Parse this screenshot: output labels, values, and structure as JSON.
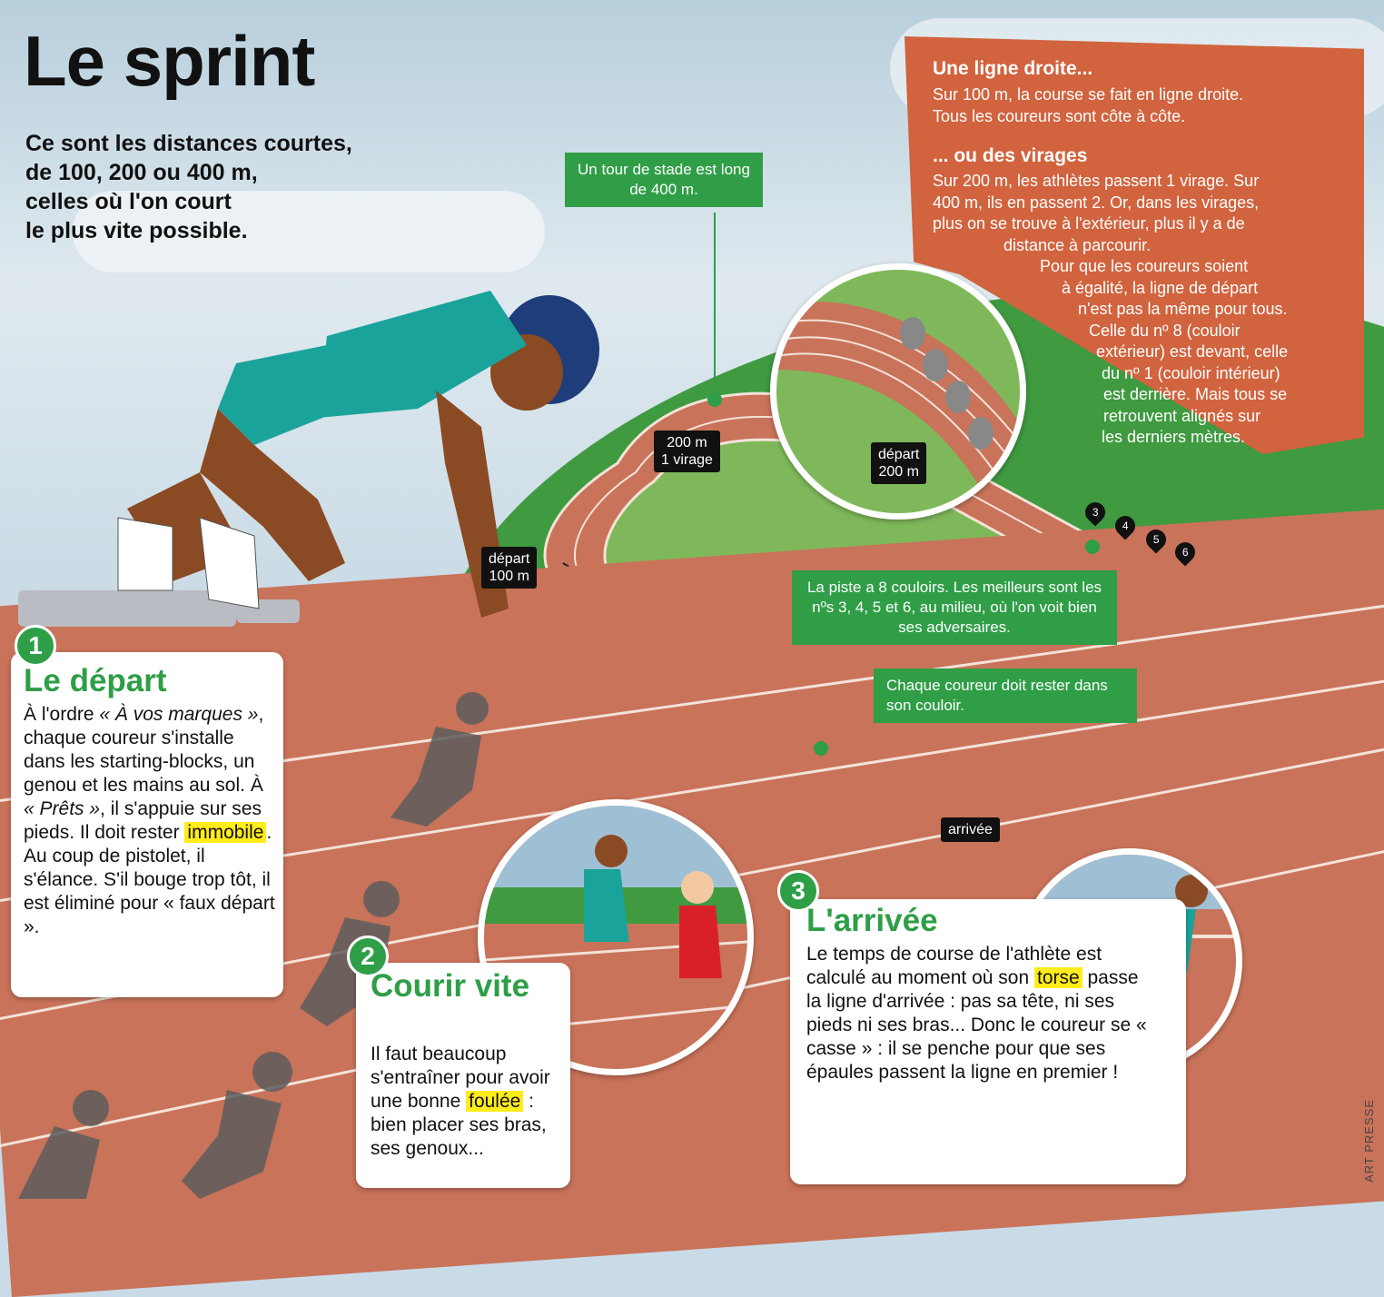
{
  "title": "Le sprint",
  "subtitle": "Ce sont les distances courtes,\nde 100, 200 ou 400 m,\ncelles où l'on court\nle plus vite possible.",
  "info_box": {
    "heading1": "Une ligne droite...",
    "text1_lines": [
      "Sur 100 m, la course se fait en ligne droite.",
      "Tous les coureurs sont côte à côte."
    ],
    "heading2": "... ou des virages",
    "text2_lines": [
      "Sur 200 m, les athlètes passent 1 virage. Sur",
      "400 m, ils en passent 2. Or, dans les virages,",
      "plus on se trouve à l'extérieur, plus il y a de",
      "distance à parcourir.",
      "Pour que les coureurs soient",
      "à égalité, la ligne de départ",
      "n'est pas la même pour tous.",
      "Celle du nº 8 (couloir",
      "extérieur) est devant, celle",
      "du nº 1 (couloir intérieur)",
      "est derrière. Mais tous se",
      "retrouvent alignés sur",
      "les derniers mètres."
    ]
  },
  "callouts": {
    "tour_stade": "Un tour de stade est long de 400 m.",
    "couloirs": "La piste a 8 couloirs. Les meilleurs sont les nºs 3, 4, 5 et 6, au milieu, où l'on voit bien ses adversaires.",
    "couloir_rester": "Chaque coureur doit rester dans son couloir."
  },
  "tags": {
    "virage": "200 m\n1 virage",
    "depart100": "départ\n100 m",
    "depart200": "départ\n200 m",
    "arrivee": "arrivée"
  },
  "lane_pins": [
    "3",
    "4",
    "5",
    "6"
  ],
  "section1": {
    "number": "1",
    "title": "Le départ",
    "text_before": "À l'ordre ",
    "q1": "« À vos marques »",
    "text_mid1": ", chaque coureur s'installe dans les starting-blocks, un genou et les mains au sol. À ",
    "q2": "« Prêts »",
    "text_mid2": ", il s'appuie sur ses pieds. Il doit rester ",
    "highlight": "immobile",
    "text_after": ". Au coup de pistolet, il s'élance. S'il bouge trop tôt, il est éliminé pour « faux départ »."
  },
  "section2": {
    "number": "2",
    "title": "Courir vite",
    "text_before": "Il faut beaucoup s'entraîner pour avoir une bonne ",
    "highlight": "foulée",
    "text_after": " : bien placer ses bras, ses genoux..."
  },
  "section3": {
    "number": "3",
    "title": "L'arrivée",
    "text_before": "Le temps de course de l'athlète est calculé au moment où son ",
    "highlight": "torse",
    "text_after": " passe la ligne d'arrivée : pas sa tête, ni ses pieds ni ses bras... Donc le coureur se « casse » : il se penche pour que ses épaules passent la ligne en premier !"
  },
  "credit": "ART PRESSE",
  "colors": {
    "green": "#2e9e47",
    "orange": "#d1633e",
    "track": "#c9735a",
    "highlight": "#ffec1a"
  }
}
